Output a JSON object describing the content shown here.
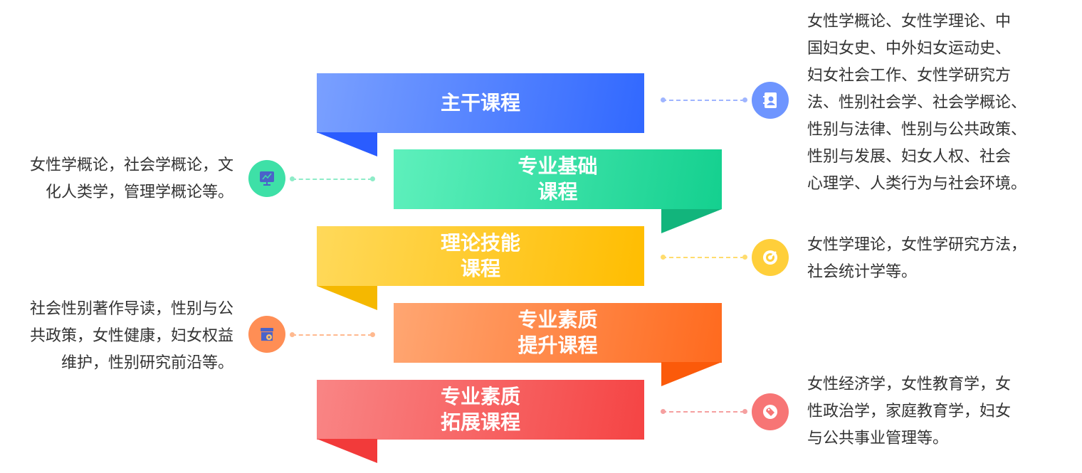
{
  "courses": [
    {
      "title_lines": [
        "主干课程"
      ],
      "color": "#4a7cff",
      "desc_lines": [
        "女性学概论、女性学理论、中",
        "国妇女史、中外妇女运动史、",
        "妇女社会工作、女性学研究方",
        "法、性别社会学、社会学概论、",
        "性别与法律、性别与公共政策、",
        "性别与发展、妇女人权、社会",
        "心理学、人类行为与社会环境。"
      ],
      "icon": "contact-book-icon"
    },
    {
      "title_lines": [
        "专业基础",
        "课程"
      ],
      "color": "#2fd9a0",
      "desc_lines": [
        "女性学概论，社会学概论，文",
        "化人类学，管理学概论等。"
      ],
      "icon": "monitor-chart-icon"
    },
    {
      "title_lines": [
        "理论技能",
        "课程"
      ],
      "color": "#ffcb3d",
      "desc_lines": [
        "女性学理论，女性学研究方法，",
        "社会统计学等。"
      ],
      "icon": "target-icon"
    },
    {
      "title_lines": [
        "专业素质",
        "提升课程"
      ],
      "color": "#ff8a4c",
      "desc_lines": [
        "社会性别著作导读，性别与公",
        "共政策，女性健康，妇女权益",
        "维护，性别研究前沿等。"
      ],
      "icon": "shop-settings-icon"
    },
    {
      "title_lines": [
        "专业素质",
        "拓展课程"
      ],
      "color": "#f76b6b",
      "desc_lines": [
        "女性经济学，女性教育学，女",
        "性政治学，家庭教育学，妇女",
        "与公共事业管理等。"
      ],
      "icon": "tag-icon"
    }
  ]
}
